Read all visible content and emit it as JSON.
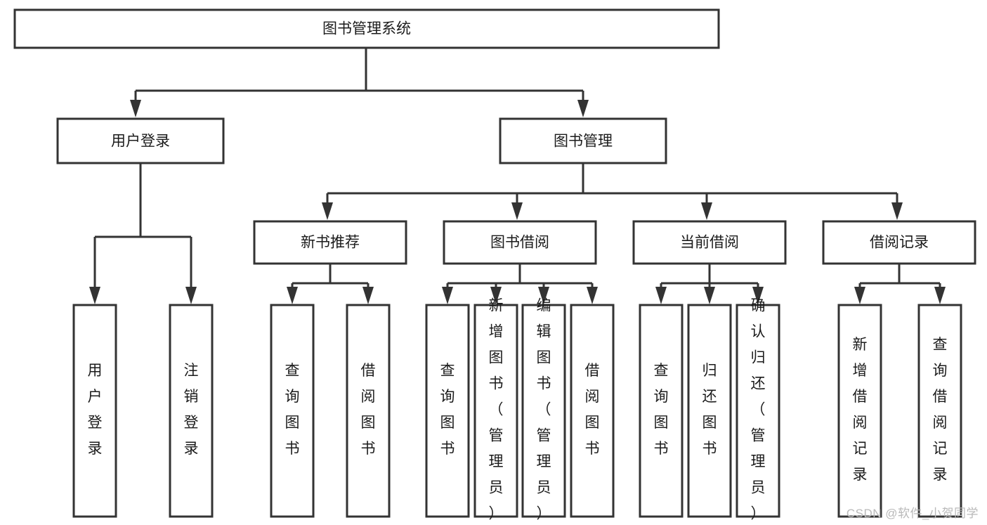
{
  "diagram": {
    "type": "tree",
    "title": "图书管理系统",
    "watermark": "CSDN @软件_小贺同学",
    "colors": {
      "stroke": "#333333",
      "fill": "#ffffff",
      "text": "#1b1b1b",
      "watermark": "#b9b9b9"
    },
    "levels": {
      "root": {
        "label": "图书管理系统"
      },
      "level2": [
        {
          "label": "用户登录"
        },
        {
          "label": "图书管理"
        }
      ],
      "level3": [
        {
          "label": "新书推荐"
        },
        {
          "label": "图书借阅"
        },
        {
          "label": "当前借阅"
        },
        {
          "label": "借阅记录"
        }
      ],
      "leaves": [
        {
          "label": "用户登录",
          "parent": "用户登录"
        },
        {
          "label": "注销登录",
          "parent": "用户登录"
        },
        {
          "label": "查询图书",
          "parent": "新书推荐"
        },
        {
          "label": "借阅图书",
          "parent": "新书推荐"
        },
        {
          "label": "查询图书",
          "parent": "图书借阅"
        },
        {
          "label": "新增图书（管理员）",
          "parent": "图书借阅"
        },
        {
          "label": "编辑图书（管理员）",
          "parent": "图书借阅"
        },
        {
          "label": "借阅图书",
          "parent": "图书借阅"
        },
        {
          "label": "查询图书",
          "parent": "当前借阅"
        },
        {
          "label": "归还图书",
          "parent": "当前借阅"
        },
        {
          "label": "确认归还（管理员）",
          "parent": "当前借阅"
        },
        {
          "label": "新增借阅记录",
          "parent": "借阅记录"
        },
        {
          "label": "查询借阅记录",
          "parent": "借阅记录"
        }
      ]
    }
  }
}
